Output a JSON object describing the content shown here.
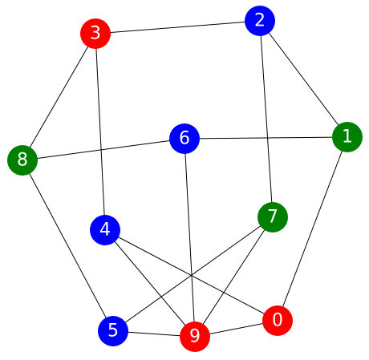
{
  "colors": {
    "red": "#ff0000",
    "green": "#008000",
    "blue": "#0000ff",
    "edge": "#000000",
    "label": "#ffffff",
    "background": "#ffffff"
  },
  "nodes": [
    {
      "id": "0",
      "label": "0",
      "color": "red"
    },
    {
      "id": "1",
      "label": "1",
      "color": "green"
    },
    {
      "id": "2",
      "label": "2",
      "color": "blue"
    },
    {
      "id": "3",
      "label": "3",
      "color": "red"
    },
    {
      "id": "4",
      "label": "4",
      "color": "blue"
    },
    {
      "id": "5",
      "label": "5",
      "color": "blue"
    },
    {
      "id": "6",
      "label": "6",
      "color": "blue"
    },
    {
      "id": "7",
      "label": "7",
      "color": "green"
    },
    {
      "id": "8",
      "label": "8",
      "color": "green"
    },
    {
      "id": "9",
      "label": "9",
      "color": "red"
    }
  ],
  "edges": [
    [
      "3",
      "2"
    ],
    [
      "2",
      "1"
    ],
    [
      "2",
      "7"
    ],
    [
      "3",
      "8"
    ],
    [
      "3",
      "4"
    ],
    [
      "8",
      "6"
    ],
    [
      "6",
      "1"
    ],
    [
      "6",
      "9"
    ],
    [
      "1",
      "0"
    ],
    [
      "8",
      "5"
    ],
    [
      "4",
      "9"
    ],
    [
      "4",
      "0"
    ],
    [
      "7",
      "5"
    ],
    [
      "7",
      "9"
    ],
    [
      "5",
      "9"
    ],
    [
      "9",
      "0"
    ]
  ]
}
